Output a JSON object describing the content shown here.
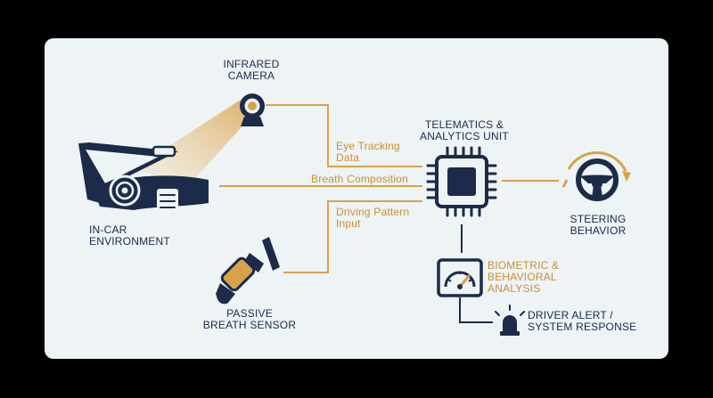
{
  "colors": {
    "background": "#000000",
    "card": "#eef3f6",
    "navy": "#1c2b4a",
    "gold": "#d9a24a",
    "gold_text": "#c9902e"
  },
  "nodes": {
    "infrared_camera": "INFRARED\nCAMERA",
    "in_car_environment": "IN-CAR\nENVIRONMENT",
    "passive_breath_sensor": "PASSIVE\nBREATH SENSOR",
    "telematics_unit": "TELEMATICS &\nANALYTICS UNIT",
    "steering_behavior": "STEERING\nBEHAVIOR",
    "biometric_analysis": "BIOMETRIC &\nBEHAVIORAL\nANALYSIS",
    "driver_alert": "DRIVER ALERT /\nSYSTEM RESPONSE"
  },
  "flows": {
    "eye_tracking": "Eye Tracking\nData",
    "breath_composition": "Breath Composition",
    "driving_pattern": "Driving Pattern\nInput"
  },
  "icons": {
    "camera": "infrared-camera-icon",
    "car": "car-interior-icon",
    "sensor": "breath-sensor-icon",
    "chip": "chip-icon",
    "steering": "steering-wheel-icon",
    "gauge": "gauge-monitor-icon",
    "alert": "siren-alert-icon"
  }
}
